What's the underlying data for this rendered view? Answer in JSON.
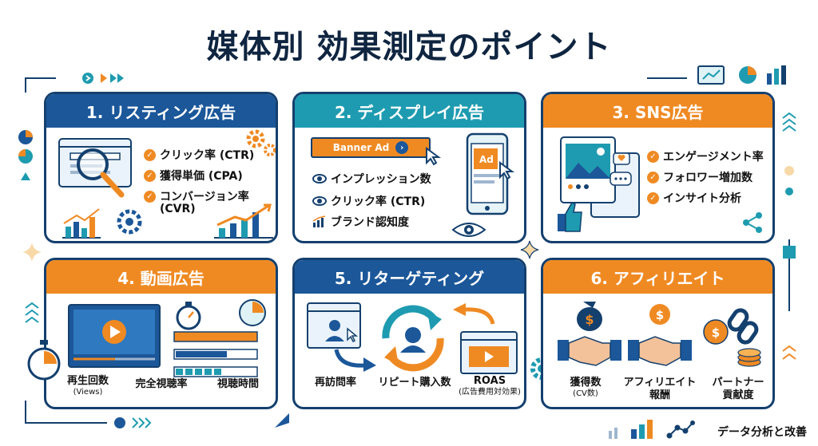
{
  "title": "媒体別 効果測定のポイント",
  "colors": {
    "navy": "#14406e",
    "blue": "#1b5799",
    "teal": "#1e9bb0",
    "orange": "#ef8a23"
  },
  "cards": [
    {
      "title": "1. リスティング広告",
      "metrics": [
        "クリック率 (CTR)",
        "獲得単価 (CPA)",
        "コンバージョン率",
        "(CVR)"
      ]
    },
    {
      "title": "2. ディスプレイ広告",
      "banner": "Banner Ad",
      "ad": "Ad",
      "metrics": [
        "インプレッション数",
        "クリック率 (CTR)",
        "ブランド認知度"
      ]
    },
    {
      "title": "3. SNS広告",
      "metrics": [
        "エンゲージメント率",
        "フォロワー増加数",
        "インサイト分析"
      ]
    },
    {
      "title": "4. 動画広告",
      "captions": [
        {
          "main": "再生回数",
          "sub": "(Views)"
        },
        {
          "main": "完全視聴率"
        },
        {
          "main": "視聴時間"
        }
      ]
    },
    {
      "title": "5. リターゲティング",
      "captions": [
        {
          "main": "再訪問率"
        },
        {
          "main": "リピート購入数"
        },
        {
          "main": "ROAS",
          "sub": "(広告費用対効果)"
        }
      ]
    },
    {
      "title": "6. アフィリエイト",
      "captions": [
        {
          "main": "獲得数",
          "sub": "(CV数)"
        },
        {
          "main": "アフィリエイト",
          "sub2": "報酬"
        },
        {
          "main": "パートナー",
          "sub2": "貢献度"
        }
      ]
    }
  ],
  "footer": "データ分析と改善"
}
